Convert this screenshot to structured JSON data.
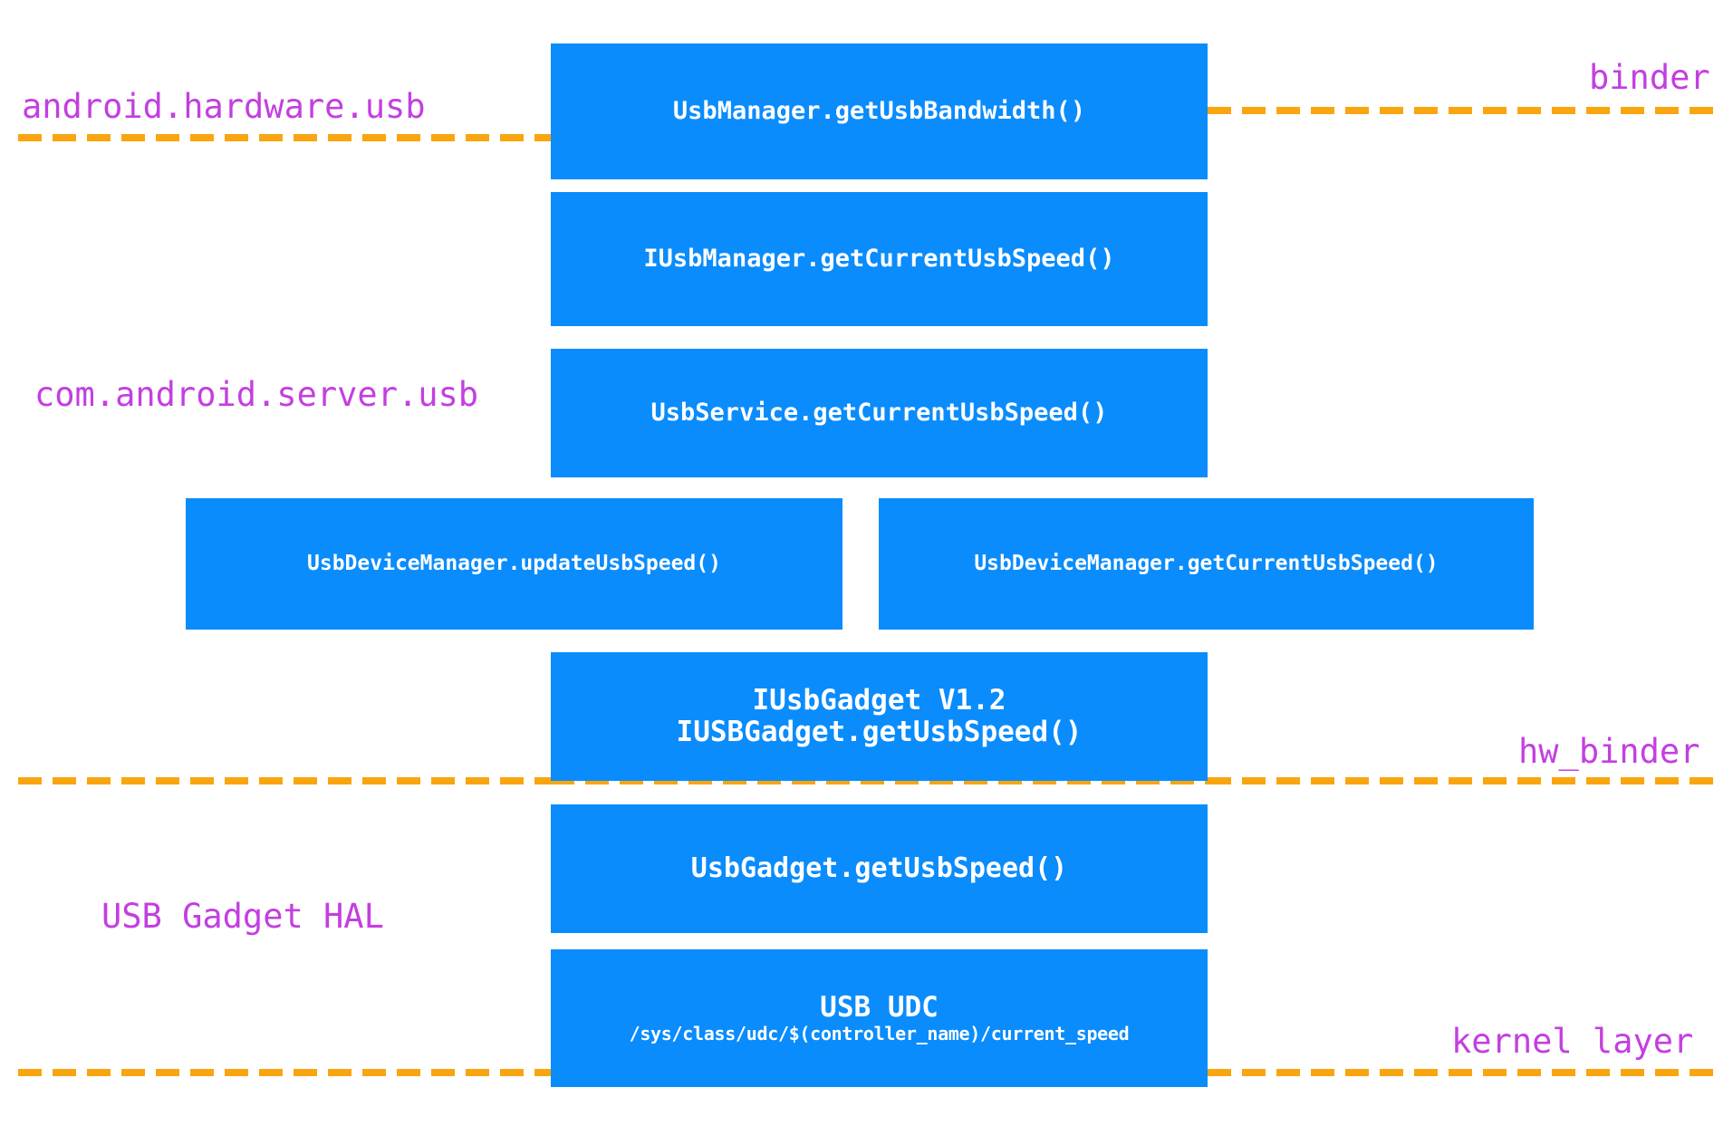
{
  "diagram": {
    "title": "Android USB speed query call-stack layers",
    "colors": {
      "box_fill": "#0a8cfc",
      "box_text": "#ffffff",
      "divider": "#f9a50f",
      "label_text": "#c33fe0",
      "background": "#ffffff"
    },
    "boxes": [
      {
        "id": "usbmanager-getusbbandwidth",
        "line1": "UsbManager.getUsbBandwidth()",
        "line2": ""
      },
      {
        "id": "iusbmanager-getcurrentusbspeed",
        "line1": "IUsbManager.getCurrentUsbSpeed()",
        "line2": ""
      },
      {
        "id": "usbservice-getcurrentusbspeed",
        "line1": "UsbService.getCurrentUsbSpeed()",
        "line2": ""
      },
      {
        "id": "usbdevicemanager-updateusbspeed",
        "line1": "UsbDeviceManager.updateUsbSpeed()",
        "line2": ""
      },
      {
        "id": "usbdevicemanager-getcurrentusbspeed",
        "line1": "UsbDeviceManager.getCurrentUsbSpeed()",
        "line2": ""
      },
      {
        "id": "iusbgadget-v12",
        "line1": "IUsbGadget V1.2",
        "line2": "IUSBGadget.getUsbSpeed()"
      },
      {
        "id": "usbgadget-getusbspeed",
        "line1": "UsbGadget.getUsbSpeed()",
        "line2": ""
      },
      {
        "id": "usb-udc",
        "line1": "USB UDC",
        "line2": "/sys/class/udc/$(controller_name)/current_speed"
      }
    ],
    "labels": {
      "android_hardware_usb": "android.hardware.usb",
      "binder": "binder",
      "com_android_server_usb": "com.android.server.usb",
      "hw_binder": "hw_binder",
      "usb_gadget_hal": "USB Gadget HAL",
      "kernel_layer": "kernel layer"
    }
  }
}
